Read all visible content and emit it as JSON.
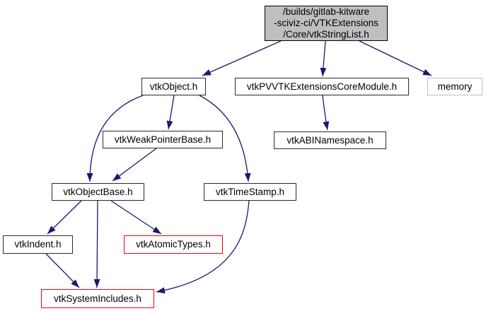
{
  "graph": {
    "kind": "include-dependency-graph",
    "colors": {
      "background": "#ffffff",
      "edge": "#191970",
      "text": "#000000",
      "node_border": "#2a2a2a",
      "current_file_fill": "#bfbfbf",
      "truncated_border": "#ff0000",
      "external_border": "#bebebe"
    },
    "nodes": [
      {
        "id": "root",
        "label": "/builds/gitlab-kitware\n-sciviz-ci/VTKExtensions\n/Core/vtkStringList.h",
        "kind": "current-file"
      },
      {
        "id": "vtkobject",
        "label": "vtkObject.h",
        "kind": "internal"
      },
      {
        "id": "coremodule",
        "label": "vtkPVVTKExtensionsCoreModule.h",
        "kind": "internal"
      },
      {
        "id": "memory",
        "label": "memory",
        "kind": "external"
      },
      {
        "id": "weakpointer",
        "label": "vtkWeakPointerBase.h",
        "kind": "internal"
      },
      {
        "id": "abinamespace",
        "label": "vtkABINamespace.h",
        "kind": "internal"
      },
      {
        "id": "objectbase",
        "label": "vtkObjectBase.h",
        "kind": "internal"
      },
      {
        "id": "timestamp",
        "label": "vtkTimeStamp.h",
        "kind": "internal"
      },
      {
        "id": "indent",
        "label": "vtkIndent.h",
        "kind": "internal"
      },
      {
        "id": "atomictypes",
        "label": "vtkAtomicTypes.h",
        "kind": "truncated"
      },
      {
        "id": "systemincludes",
        "label": "vtkSystemIncludes.h",
        "kind": "truncated"
      }
    ],
    "edges": [
      {
        "from": "root",
        "to": "vtkobject"
      },
      {
        "from": "root",
        "to": "coremodule"
      },
      {
        "from": "root",
        "to": "memory"
      },
      {
        "from": "coremodule",
        "to": "abinamespace"
      },
      {
        "from": "vtkobject",
        "to": "weakpointer"
      },
      {
        "from": "vtkobject",
        "to": "objectbase"
      },
      {
        "from": "vtkobject",
        "to": "timestamp"
      },
      {
        "from": "weakpointer",
        "to": "objectbase"
      },
      {
        "from": "objectbase",
        "to": "indent"
      },
      {
        "from": "objectbase",
        "to": "systemincludes"
      },
      {
        "from": "objectbase",
        "to": "atomictypes"
      },
      {
        "from": "indent",
        "to": "systemincludes"
      },
      {
        "from": "timestamp",
        "to": "systemincludes"
      }
    ]
  }
}
